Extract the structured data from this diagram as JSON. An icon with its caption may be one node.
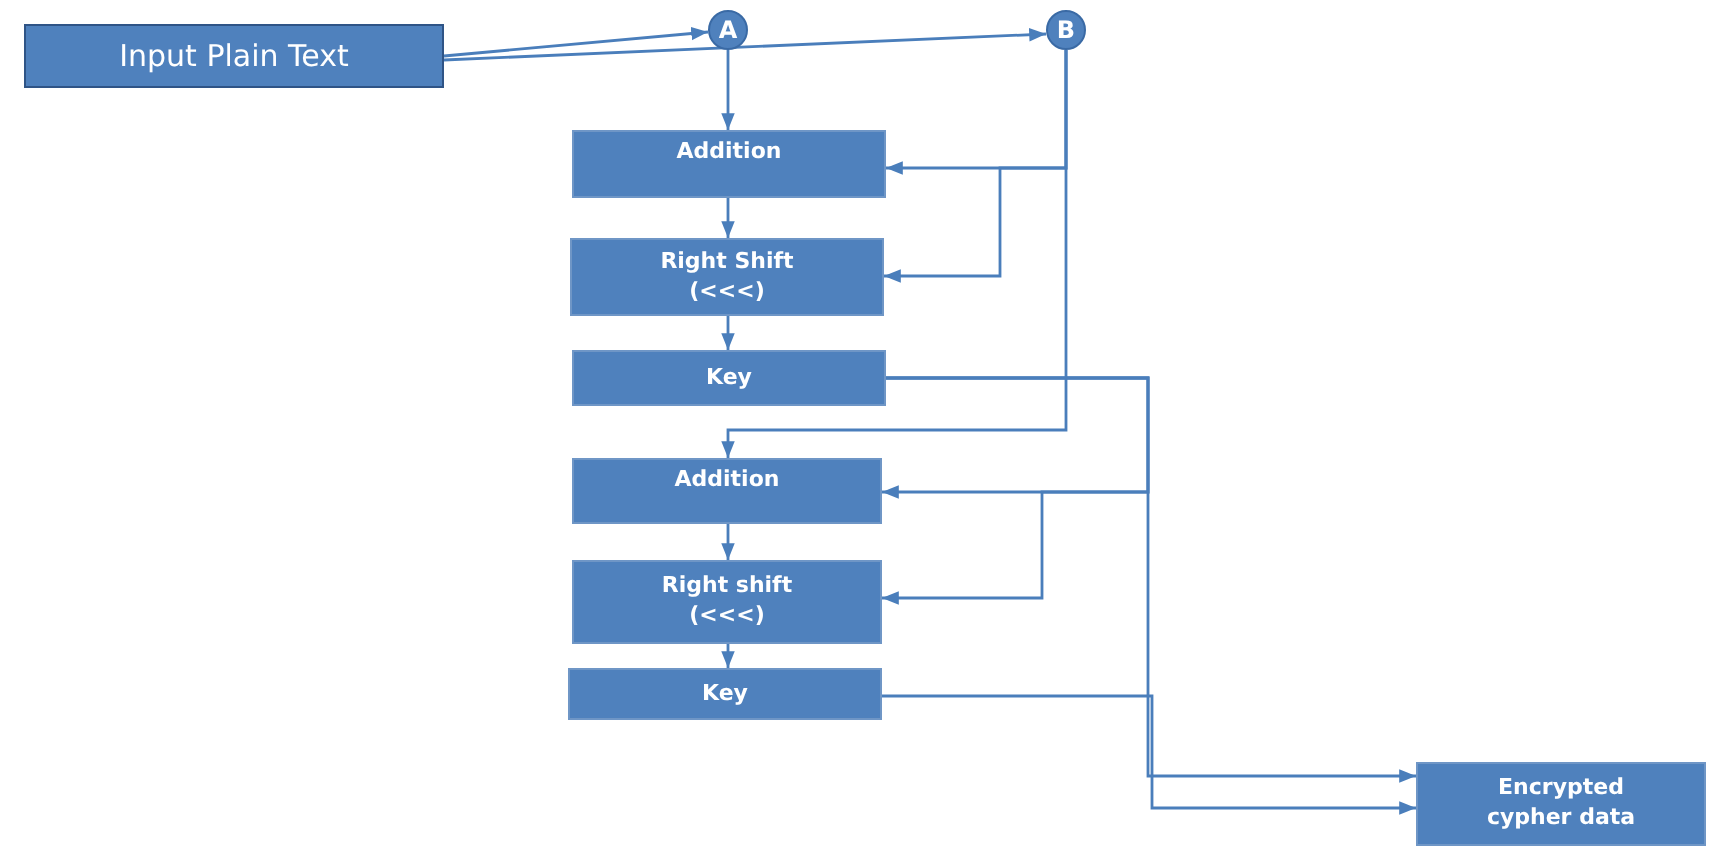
{
  "diagram": {
    "nodes": [
      {
        "text": [
          "Input Plain Text"
        ]
      },
      {
        "text": [
          "A"
        ]
      },
      {
        "text": [
          "B"
        ]
      },
      {
        "text": [
          "Addition"
        ]
      },
      {
        "text": [
          "Right Shift (<<<)"
        ]
      },
      {
        "text": [
          "Key"
        ]
      },
      {
        "text": [
          "Addition"
        ]
      },
      {
        "text": [
          "Right shift (<<<)"
        ]
      },
      {
        "text": [
          "Key"
        ]
      },
      {
        "text": [
          "Encrypted cypher data"
        ]
      }
    ],
    "edges": [
      {
        "from": 0,
        "to": 1,
        "arrow": "to"
      },
      {
        "from": 0,
        "to": 2,
        "arrow": "to"
      },
      {
        "from": 1,
        "to": 3,
        "arrow": "to"
      },
      {
        "from": 2,
        "to": 3,
        "arrow": "to"
      },
      {
        "from": 2,
        "to": 4,
        "arrow": "to"
      },
      {
        "from": 2,
        "to": 6,
        "arrow": "to"
      },
      {
        "from": 3,
        "to": 4,
        "arrow": "to"
      },
      {
        "from": 4,
        "to": 5,
        "arrow": "to"
      },
      {
        "from": 6,
        "to": 7,
        "arrow": "to"
      },
      {
        "from": 7,
        "to": 8,
        "arrow": "to"
      },
      {
        "from": 5,
        "to": 6,
        "arrow": "to"
      },
      {
        "from": 5,
        "to": 7,
        "arrow": "to"
      },
      {
        "from": 5,
        "to": 9,
        "arrow": "to"
      },
      {
        "from": 8,
        "to": 9,
        "arrow": "to"
      }
    ]
  }
}
